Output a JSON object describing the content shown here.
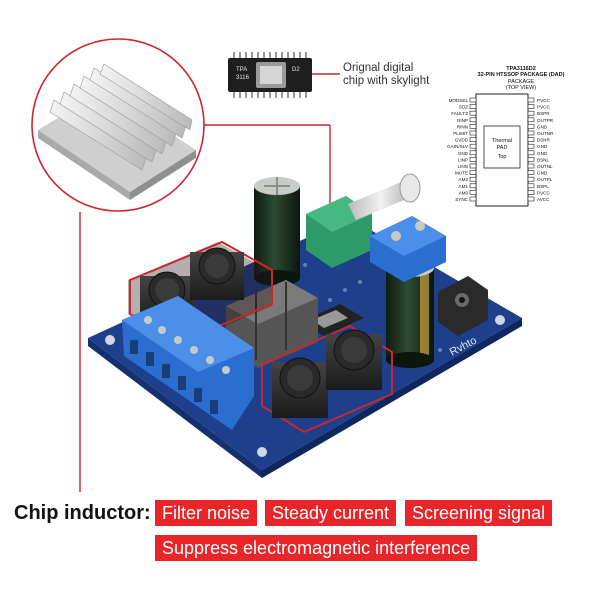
{
  "chip_caption": {
    "line1": "Orignal digital",
    "line2": "chip with skylight"
  },
  "chip_marking": {
    "line1": "TPA",
    "line2": "3116",
    "line3": "D2"
  },
  "pinout": {
    "title_line1": "TPA3116D2",
    "title_line2": "32-PIN HTSSOP PACKAGE (DAD)",
    "title_line3": "PACKAGE",
    "title_line4": "(TOP VIEW)",
    "pad_label_1": "Thermal",
    "pad_label_2": "PAD",
    "pad_label_3": "Top",
    "left_pins": [
      "MODSEL",
      "SDZ",
      "FAULTZ",
      "RINP",
      "RINN",
      "PLIMIT",
      "GVDD",
      "GAIN/SLV",
      "GND",
      "LINP",
      "LINN",
      "MUTE",
      "AM2",
      "AM1",
      "AM0",
      "SYNC"
    ],
    "right_pins": [
      "PVCC",
      "PVCC",
      "BSPR",
      "OUTPR",
      "GND",
      "OUTNR",
      "BSNR",
      "GND",
      "GND",
      "BSNL",
      "OUTNL",
      "GND",
      "OUTPL",
      "BSPL",
      "PVCC",
      "AVCC"
    ]
  },
  "board_text": {
    "brand": "Rvhto"
  },
  "caption": {
    "title": "Chip inductor:",
    "tags": [
      "Filter noise",
      "Steady current",
      "Screening signal",
      "Suppress electromagnetic interference"
    ]
  },
  "colors": {
    "accent": "#e8262a",
    "pcb": "#1d3f8c",
    "terminal": "#2a6fd0",
    "potentiometer": "#2e9a6a",
    "capacitor": "#1f2f22"
  }
}
